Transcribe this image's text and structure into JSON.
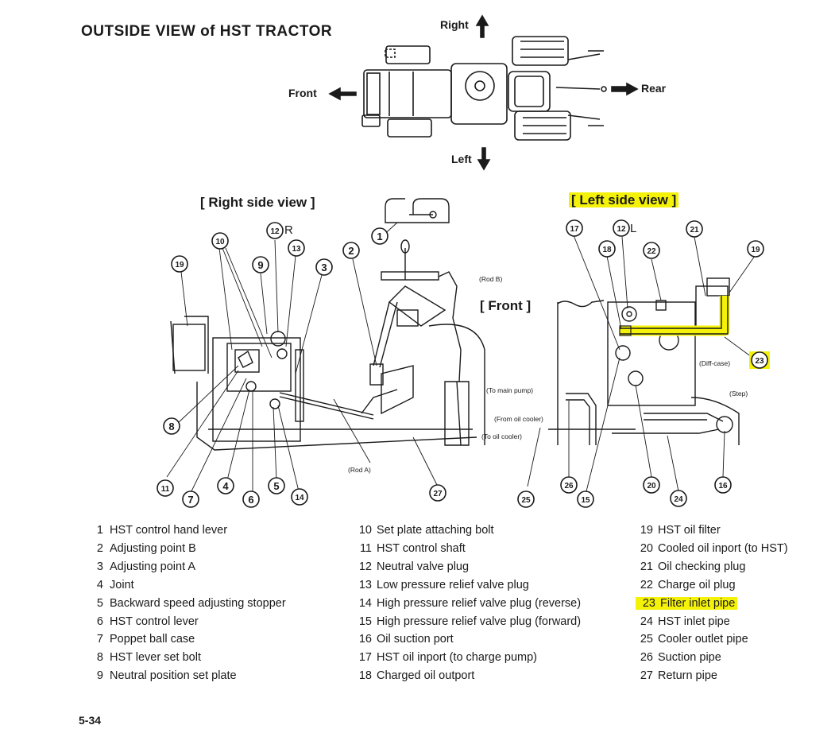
{
  "header": {
    "title": "OUTSIDE VIEW of HST TRACTOR",
    "dir_right": "Right",
    "dir_left": "Left",
    "dir_front": "Front",
    "dir_rear": "Rear"
  },
  "views": {
    "right_side": "[ Right side view ]",
    "left_side": "[ Left side view ]",
    "front_marker": "[ Front ]"
  },
  "annotations": {
    "rod_b": "(Rod B)",
    "rod_a": "(Rod A)",
    "to_main_pump": "(To main pump)",
    "from_oil_cooler": "(From oil cooler)",
    "to_oil_cooler": "(To oil cooler)",
    "diff_case": "(Diff-case)",
    "step": "(Step)"
  },
  "callouts": {
    "c12r_suffix": "R",
    "c12l_suffix": "L"
  },
  "legend": [
    {
      "num": "1",
      "label": "HST control hand lever"
    },
    {
      "num": "2",
      "label": "Adjusting point B"
    },
    {
      "num": "3",
      "label": "Adjusting point A"
    },
    {
      "num": "4",
      "label": "Joint"
    },
    {
      "num": "5",
      "label": "Backward speed adjusting stopper"
    },
    {
      "num": "6",
      "label": "HST control lever"
    },
    {
      "num": "7",
      "label": "Poppet ball case"
    },
    {
      "num": "8",
      "label": "HST lever set bolt"
    },
    {
      "num": "9",
      "label": "Neutral position set plate"
    },
    {
      "num": "10",
      "label": "Set plate attaching bolt"
    },
    {
      "num": "11",
      "label": "HST control shaft"
    },
    {
      "num": "12",
      "label": "Neutral valve plug"
    },
    {
      "num": "13",
      "label": "Low pressure relief valve plug"
    },
    {
      "num": "14",
      "label": "High pressure relief valve plug (reverse)"
    },
    {
      "num": "15",
      "label": "High pressure relief valve plug (forward)"
    },
    {
      "num": "16",
      "label": "Oil suction port"
    },
    {
      "num": "17",
      "label": "HST oil inport (to charge pump)"
    },
    {
      "num": "18",
      "label": "Charged oil outport"
    },
    {
      "num": "19",
      "label": "HST oil filter"
    },
    {
      "num": "20",
      "label": "Cooled oil inport (to HST)"
    },
    {
      "num": "21",
      "label": "Oil checking plug"
    },
    {
      "num": "22",
      "label": "Charge oil plug"
    },
    {
      "num": "23",
      "label": "Filter inlet pipe"
    },
    {
      "num": "24",
      "label": "HST inlet pipe"
    },
    {
      "num": "25",
      "label": "Cooler outlet pipe"
    },
    {
      "num": "26",
      "label": "Suction pipe"
    },
    {
      "num": "27",
      "label": "Return pipe"
    }
  ],
  "highlight_color": "#f5f20a",
  "page_number": "5-34"
}
